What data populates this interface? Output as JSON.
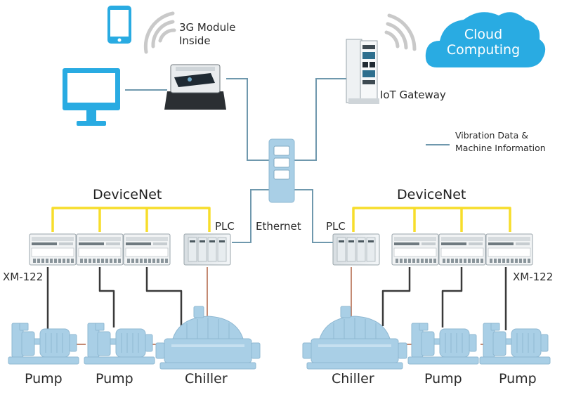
{
  "top": {
    "module_label_line1": "3G Module",
    "module_label_line2": "Inside",
    "iot_gateway": "IoT Gateway",
    "cloud_line1": "Cloud",
    "cloud_line2": "Computing"
  },
  "legend": {
    "line1": "Vibration Data &",
    "line2": "Machine Information",
    "color": "#6f98ad"
  },
  "network": {
    "ethernet": "Ethernet",
    "devicenet_left": "DeviceNet",
    "devicenet_right": "DeviceNet",
    "plc_left": "PLC",
    "plc_right": "PLC",
    "xm_left": "XM-122",
    "xm_right": "XM-122"
  },
  "equipment": {
    "left": [
      "Pump",
      "Pump",
      "Chiller"
    ],
    "right": [
      "Chiller",
      "Pump",
      "Pump"
    ]
  },
  "colors": {
    "accent_blue": "#29abe2",
    "devicenet_yellow": "#f7dd2b",
    "machine_blue": "#a9cfe6",
    "ethernet_line": "#6f98ad",
    "copper_line": "#c48a73"
  },
  "icons": [
    "smartphone-icon",
    "wifi-signal-icon",
    "monitor-icon",
    "router-icon",
    "iot-gateway-icon",
    "cloud-icon",
    "ethernet-switch-icon",
    "plc-icon",
    "xm122-module-icon",
    "pump-icon",
    "chiller-icon"
  ]
}
